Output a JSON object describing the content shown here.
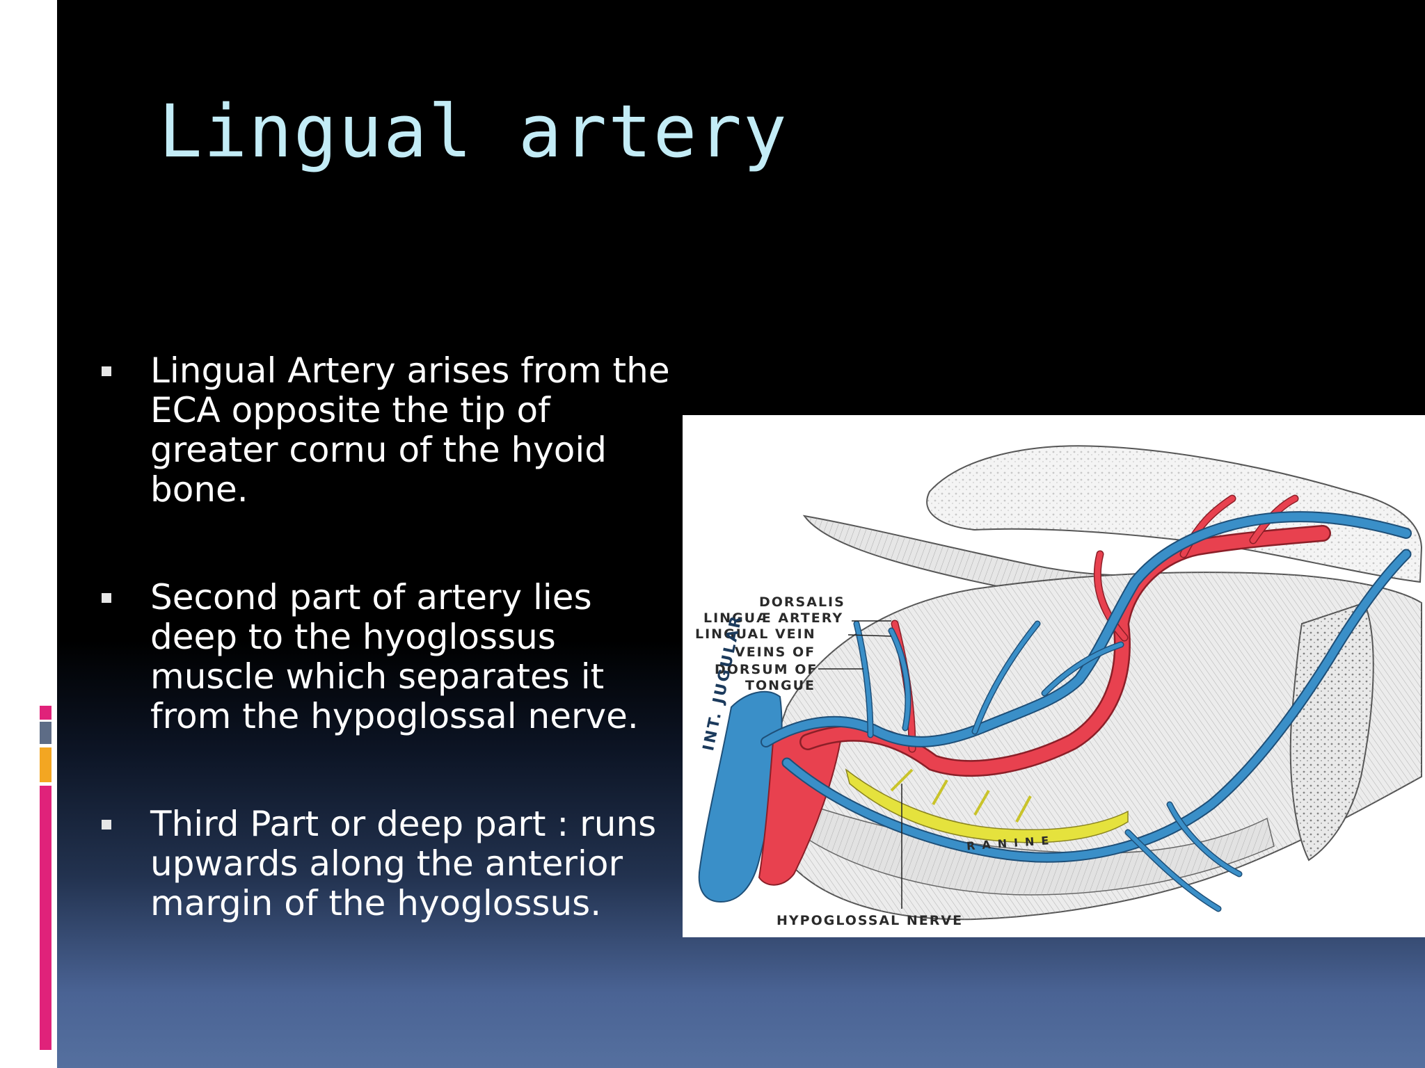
{
  "slide": {
    "title": "Lingual artery",
    "bullets": [
      {
        "text": "Lingual Artery arises from the ECA opposite the tip of greater cornu of the hyoid bone."
      },
      {
        "text": "Second part of artery lies deep to the hyoglossus muscle which separates it from the hypoglossal nerve."
      },
      {
        "text": "Third Part or deep part : runs upwards along the anterior margin of the hyoglossus."
      }
    ]
  },
  "figure": {
    "labels": {
      "dorsalis": "DORSALIS",
      "linguae_artery": "LINGUÆ ARTERY",
      "lingual_vein": "LINGUAL VEIN",
      "veins_of": "VEINS OF",
      "dorsum_of": "DORSUM OF",
      "tongue": "TONGUE",
      "int_jugular": "INT. JUGULAR",
      "ranine": "RANINE",
      "hypoglossal_nerve": "HYPOGLOSSAL NERVE"
    }
  },
  "colors": {
    "title": "#c3ecf6",
    "artery": "#e8414f",
    "vein": "#3a8fc8",
    "nerve": "#e8e43a",
    "accent_pink": "#e0227a",
    "accent_gold": "#f3a622",
    "accent_grey": "#5d6c86"
  }
}
